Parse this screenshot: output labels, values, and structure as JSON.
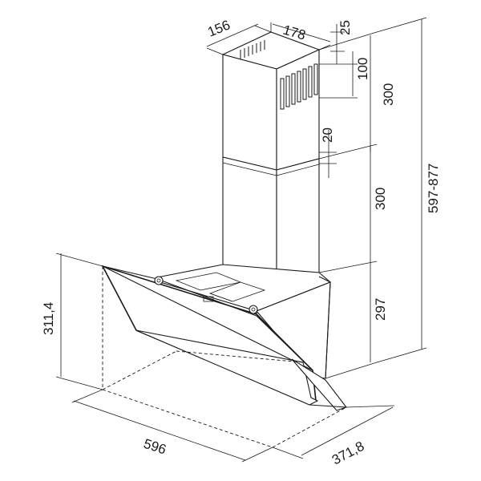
{
  "dimensions": {
    "duct_depth": "156",
    "duct_width": "178",
    "top_gap": "25",
    "vent_height": "100",
    "upper_duct_height": "300",
    "overlap": "20",
    "lower_duct_height": "300",
    "hood_height": "297",
    "total_height": "597-877",
    "hood_panel_height": "311,4",
    "hood_width": "596",
    "hood_depth": "371,8"
  }
}
